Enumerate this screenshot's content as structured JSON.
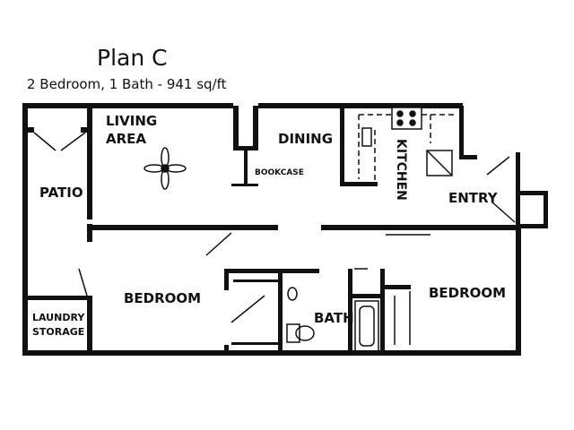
{
  "plan": {
    "title": "Plan C",
    "subtitle": "2 Bedroom, 1 Bath - 941 sq/ft"
  },
  "rooms": {
    "living_1": "LIVING",
    "living_2": "AREA",
    "dining": "DINING",
    "bookcase": "BOOKCASE",
    "kitchen": "KITCHEN",
    "entry": "ENTRY",
    "patio": "PATIO",
    "bedroom_left": "BEDROOM",
    "bedroom_right": "BEDROOM",
    "bath": "BATH",
    "laundry_1": "LAUNDRY",
    "laundry_2": "STORAGE"
  },
  "colors": {
    "wall": "#111111",
    "background": "#ffffff"
  }
}
